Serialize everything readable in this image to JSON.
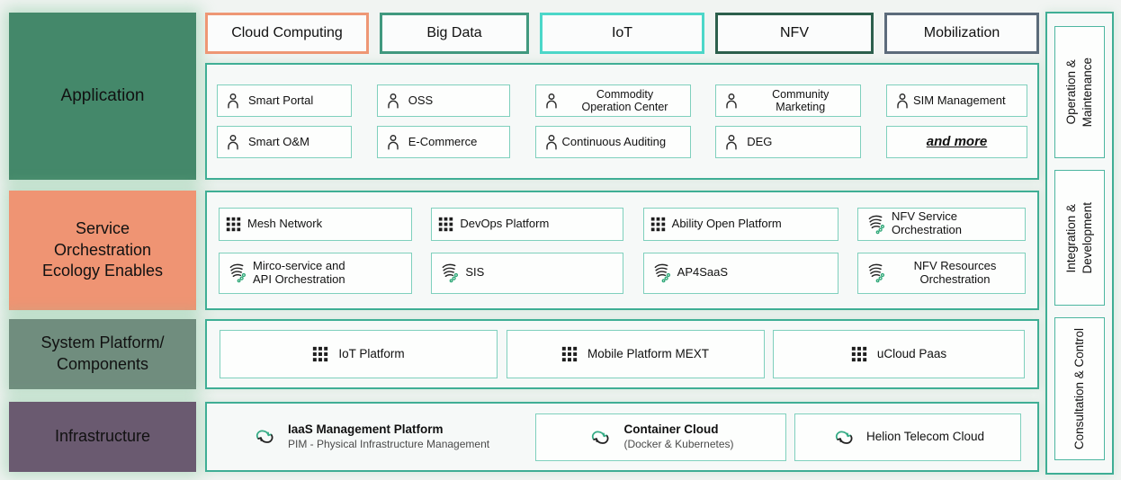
{
  "colors": {
    "background": "#f1f4f2",
    "container_border": "#3fae95",
    "item_border": "#7fd0bd",
    "icon_green": "#2fa878"
  },
  "categories": [
    {
      "label": "Cloud Computing",
      "border_color": "#ee9775"
    },
    {
      "label": "Big Data",
      "border_color": "#41997f"
    },
    {
      "label": "IoT",
      "border_color": "#4cd7c9"
    },
    {
      "label": "NFV",
      "border_color": "#2c5f4c"
    },
    {
      "label": "Mobilization",
      "border_color": "#5c6b7b"
    }
  ],
  "layers": [
    {
      "label": "Application",
      "color": "#44886a"
    },
    {
      "label": "Service\nOrchestration\nEcology Enables",
      "color": "#ef9473"
    },
    {
      "label": "System Platform/\nComponents",
      "color": "#708d7e"
    },
    {
      "label": "Infrastructure",
      "color": "#6a5a70"
    }
  ],
  "application": {
    "rows": [
      [
        {
          "label": "Smart Portal",
          "icon": "person-icon"
        },
        {
          "label": "OSS",
          "icon": "person-icon"
        },
        {
          "label": "Commodity\nOperation Center",
          "icon": "person-icon"
        },
        {
          "label": "Community\nMarketing",
          "icon": "person-icon"
        },
        {
          "label": "SIM Management",
          "icon": "person-icon"
        }
      ],
      [
        {
          "label": "Smart O&M",
          "icon": "person-icon"
        },
        {
          "label": "E-Commerce",
          "icon": "person-icon"
        },
        {
          "label": "Continuous Auditing",
          "icon": "person-icon"
        },
        {
          "label": "DEG",
          "icon": "person-icon"
        },
        {
          "label": "and more",
          "icon": null
        }
      ]
    ]
  },
  "orchestration": {
    "rows": [
      [
        {
          "label": "Mesh Network",
          "icon": "app-grid-icon"
        },
        {
          "label": "DevOps Platform",
          "icon": "app-grid-icon"
        },
        {
          "label": "Ability Open Platform",
          "icon": "app-grid-icon"
        },
        {
          "label": "NFV Service\nOrchestration",
          "icon": "flow-orchestration-icon"
        }
      ],
      [
        {
          "label": "Mirco-service and\nAPI Orchestration",
          "icon": "flow-orchestration-icon"
        },
        {
          "label": "SIS",
          "icon": "flow-orchestration-icon"
        },
        {
          "label": "AP4SaaS",
          "icon": "flow-orchestration-icon"
        },
        {
          "label": "NFV Resources\nOrchestration",
          "icon": "flow-orchestration-icon"
        }
      ]
    ]
  },
  "system_platform": {
    "items": [
      {
        "label": "IoT Platform",
        "icon": "app-grid-icon"
      },
      {
        "label": "Mobile Platform MEXT",
        "icon": "app-grid-icon"
      },
      {
        "label": "uCloud Paas",
        "icon": "app-grid-icon"
      }
    ]
  },
  "infrastructure": {
    "iaas": {
      "title": "IaaS Management Platform",
      "subtitle": "PIM - Physical Infrastructure Management",
      "icon": "cloud-cycle-icon"
    },
    "container_cloud": {
      "title": "Container Cloud",
      "subtitle": "(Docker & Kubernetes)",
      "icon": "cloud-cycle-icon"
    },
    "helion": {
      "title": "Helion Telecom Cloud",
      "icon": "cloud-cycle-icon"
    }
  },
  "sidebar": {
    "items": [
      "Operation &\nMaintenance",
      "Integration &\nDevelopment",
      "Consultation & Control"
    ]
  }
}
